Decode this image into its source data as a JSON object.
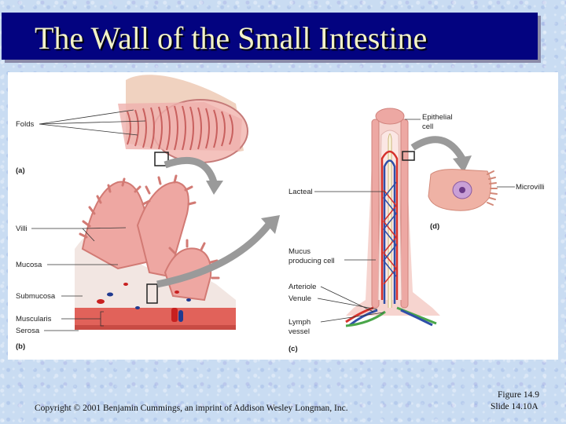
{
  "title": "The Wall of the Small Intestine",
  "labels": {
    "folds": "Folds",
    "panel_a": "(a)",
    "villi": "Villi",
    "mucosa": "Mucosa",
    "submucosa": "Submucosa",
    "muscularis": "Muscularis",
    "serosa": "Serosa",
    "panel_b": "(b)",
    "epithelial_line1": "Epithelial",
    "epithelial_line2": "cell",
    "lacteal": "Lacteal",
    "mucus_line1": "Mucus",
    "mucus_line2": "producing cell",
    "arteriole": "Arteriole",
    "venule": "Venule",
    "lymph_line1": "Lymph",
    "lymph_line2": "vessel",
    "panel_c": "(c)",
    "microvilli": "Microvilli",
    "panel_d": "(d)"
  },
  "footer": {
    "copyright": "Copyright © 2001 Benjamin Cummings, an imprint of Addison Wesley Longman, Inc.",
    "figure_number": "Figure 14.9",
    "slide_number": "Slide 14.10A"
  },
  "colors": {
    "title_background": "#030380",
    "title_text": "#f2f2c8",
    "tissue_pink": "#e9a3a0",
    "arrow_gray": "#9a9a9a",
    "arteriole_red": "#d6322c",
    "venule_blue": "#2f4fa8",
    "lymph_green": "#4aa64a"
  }
}
